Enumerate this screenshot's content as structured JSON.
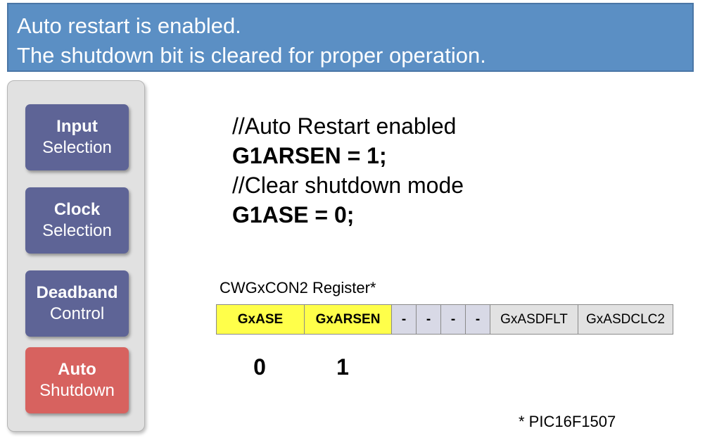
{
  "header": {
    "line1": "Auto restart is enabled.",
    "line2": "The shutdown bit is cleared for proper operation."
  },
  "nav": {
    "items": [
      {
        "bold": "Input",
        "label": "Selection",
        "active": false
      },
      {
        "bold": "Clock",
        "label": "Selection",
        "active": false
      },
      {
        "bold": "Deadband",
        "label": "Control",
        "active": false
      },
      {
        "bold": "Auto",
        "label": "Shutdown",
        "active": true
      }
    ]
  },
  "code": {
    "line1": "//Auto Restart enabled",
    "line2": "G1ARSEN = 1;",
    "line3": "//Clear shutdown mode",
    "line4": "G1ASE = 0;"
  },
  "register": {
    "title": "CWGxCON2 Register*",
    "bits": [
      "GxASE",
      "GxARSEN",
      "-",
      "-",
      "-",
      "-",
      "GxASDFLT",
      "GxASDCLC2"
    ],
    "values": [
      "0",
      "1"
    ]
  },
  "footnote": "* PIC16F1507",
  "colors": {
    "header_bg": "#5b8fc4",
    "nav_default": "#5e6496",
    "nav_active": "#d7625f",
    "highlight_bits": "#ffff4a",
    "unused_bits": "#d8d9e6"
  }
}
